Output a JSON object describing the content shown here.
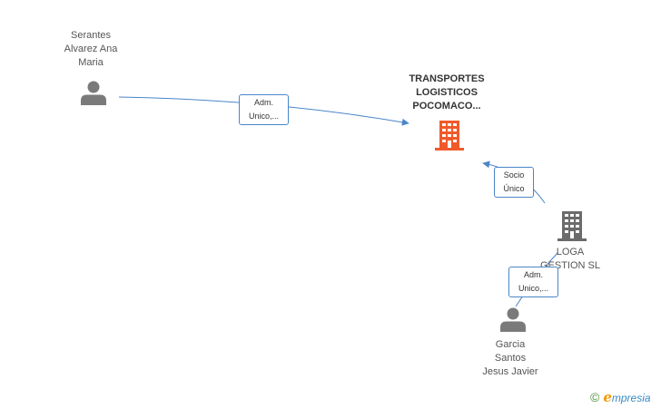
{
  "nodes": {
    "person_serantes": {
      "name_lines": [
        "Serantes",
        "Alvarez Ana",
        "Maria"
      ],
      "icon": "person-icon"
    },
    "company_transportes": {
      "name_lines": [
        "TRANSPORTES",
        "LOGISTICOS",
        "POCOMACO..."
      ],
      "icon": "building-icon",
      "color": "#f05a2a"
    },
    "company_loga": {
      "name_lines": [
        "LOGA",
        "GESTION SL"
      ],
      "icon": "building-icon",
      "color": "#6b6b6b"
    },
    "person_garcia": {
      "name_lines": [
        "Garcia",
        "Santos",
        "Jesus Javier"
      ],
      "icon": "person-icon"
    }
  },
  "edges": {
    "serantes_to_transportes": {
      "label_lines": [
        "Adm.",
        "Unico,..."
      ]
    },
    "loga_to_transportes": {
      "label_lines": [
        "Socio",
        "Único"
      ]
    },
    "garcia_to_loga": {
      "label_lines": [
        "Adm.",
        "Unico,..."
      ]
    }
  },
  "colors": {
    "edge": "#4a86c8",
    "person_icon": "#7a7a7a",
    "main_company": "#f05a2a",
    "other_company": "#6b6b6b"
  },
  "copyright": {
    "symbol": "©",
    "brand_first_letter": "e",
    "brand_rest": "mpresia"
  }
}
